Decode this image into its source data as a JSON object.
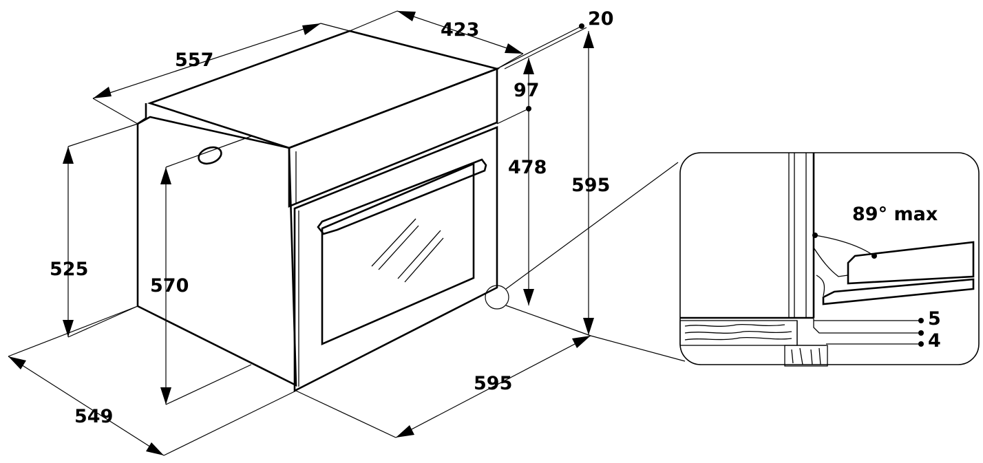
{
  "dimensions": {
    "top_depth": "423",
    "top_width": "557",
    "control_offset": "20",
    "control_panel_height": "97",
    "door_height": "478",
    "overall_height": "595",
    "side_height": "525",
    "recess_height": "570",
    "side_depth": "549",
    "front_width": "595"
  },
  "detail": {
    "door_angle": "89° max",
    "gap_top": "5",
    "gap_bottom": "4"
  },
  "colors": {
    "line": "#000000",
    "background": "#ffffff"
  }
}
